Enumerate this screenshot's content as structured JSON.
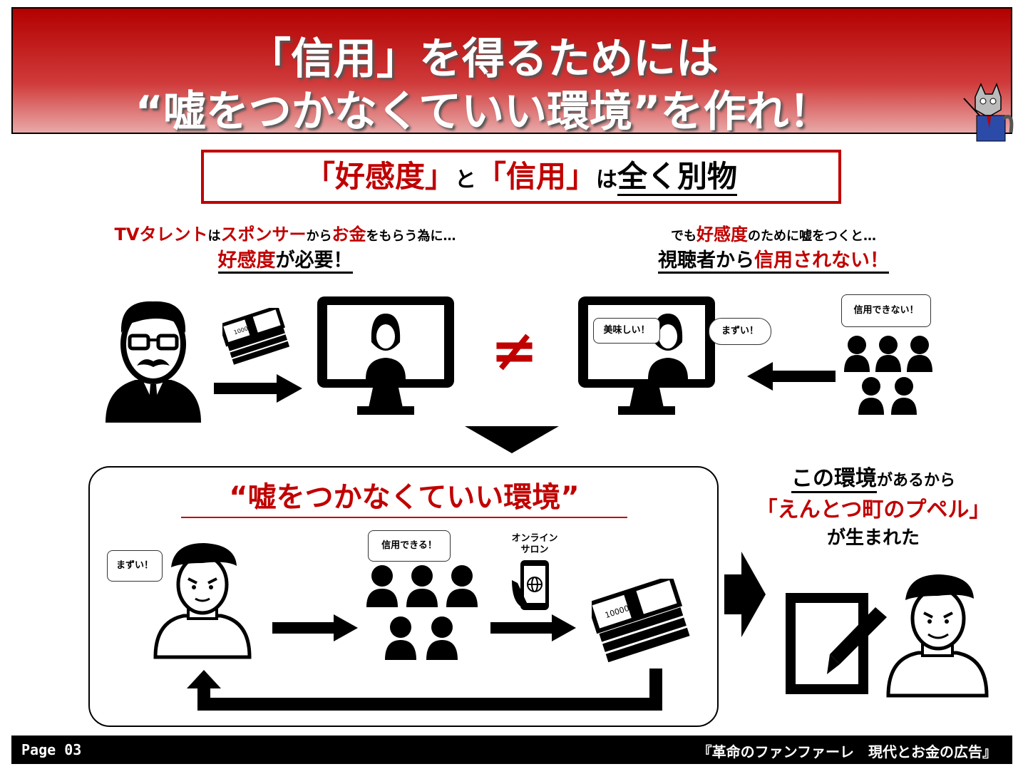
{
  "header": {
    "title_line1": "「信用」を得るためには",
    "title_line2": "“嘘をつかなくていい環境”を作れ！"
  },
  "subtitle": {
    "part1": "「好感度」",
    "part2": "と",
    "part3": "「信用」",
    "part4": "は",
    "part5": "全く別物"
  },
  "left_caption": {
    "l1_a": "TVタレント",
    "l1_b": "は",
    "l1_c": "スポンサー",
    "l1_d": "から",
    "l1_e": "お金",
    "l1_f": "をもらう為に…",
    "l2_a": "好感度",
    "l2_b": "が必要！"
  },
  "right_caption": {
    "l1_a": "でも",
    "l1_b": "好感度",
    "l1_c": "のために嘘をつくと…",
    "l2_a": "視聴者から",
    "l2_b": "信用されない！"
  },
  "not_equal": "≠",
  "bubbles": {
    "cannot_trust": "信用できない！",
    "delicious": "美味しい！",
    "gross_thought": "まずい！",
    "gross_env": "まずい！",
    "can_trust": "信用できる！"
  },
  "env_title": "“嘘をつかなくていい環境”",
  "online_salon": {
    "line1": "オンライン",
    "line2": "サロン"
  },
  "result": {
    "l1_a": "この環境",
    "l1_b": "があるから",
    "l2": "「えんとつ町のプペル」",
    "l3": "が生まれた"
  },
  "money_label": "10000",
  "footer": {
    "page": "Page 03",
    "title": "『革命のファンファーレ　現代とお金の広告』"
  }
}
